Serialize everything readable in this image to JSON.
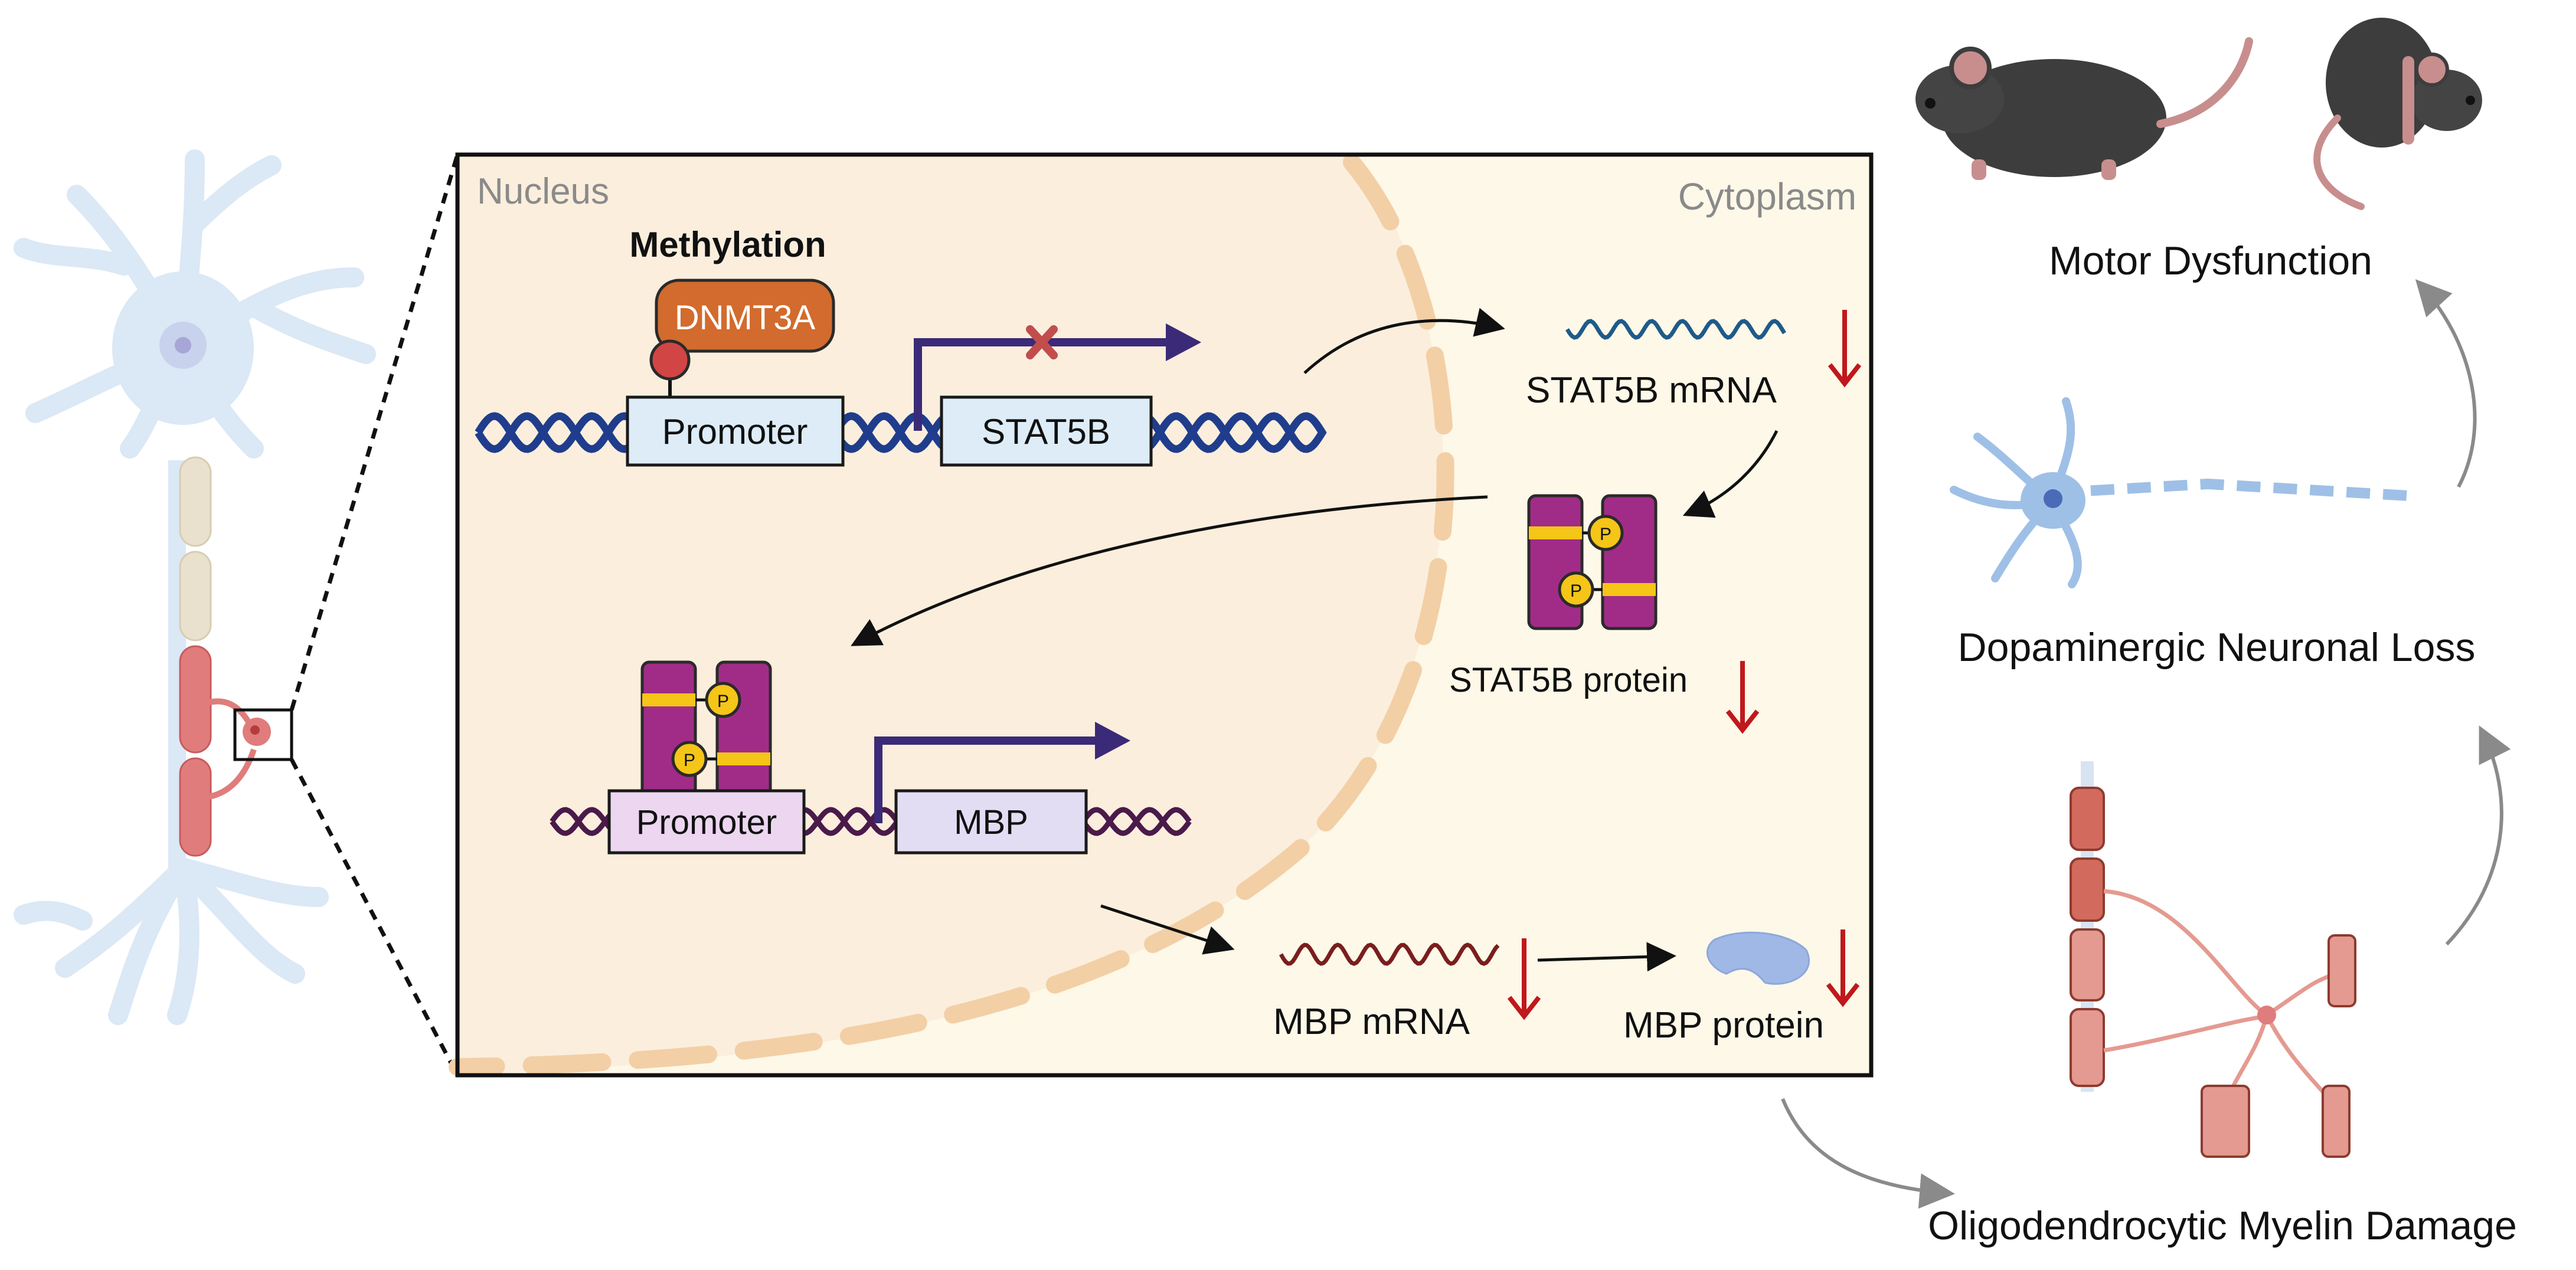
{
  "panel": {
    "nucleus_label": "Nucleus",
    "cytoplasm_label": "Cytoplasm",
    "methylation_label": "Methylation",
    "enzyme_label": "DNMT3A",
    "promoter_label_1": "Promoter",
    "gene_label_1": "STAT5B",
    "promoter_label_2": "Promoter",
    "gene_label_2": "MBP",
    "stat5b_mrna_label": "STAT5B mRNA",
    "stat5b_protein_label": "STAT5B protein",
    "mbp_mrna_label": "MBP mRNA",
    "mbp_protein_label": "MBP protein",
    "phospho_label": "P"
  },
  "outcomes": {
    "motor": "Motor Dysfunction",
    "dopaminergic": "Dopaminergic Neuronal Loss",
    "myelin": "Oligodendrocytic Myelin Damage"
  },
  "colors": {
    "panel_bg": "#fdf8e8",
    "nucleus_bg": "#fbeedd",
    "envelope": "#f3cfa6",
    "dna_blue": "#1f3d8c",
    "dna_purple": "#4a1a4a",
    "enzyme": "#d26b2d",
    "stat5b": "#a12c87",
    "phospho": "#f5c518",
    "down_arrow": "#c0181c",
    "neuron": "#d7e6f4",
    "myelin": "#e07c7c"
  }
}
